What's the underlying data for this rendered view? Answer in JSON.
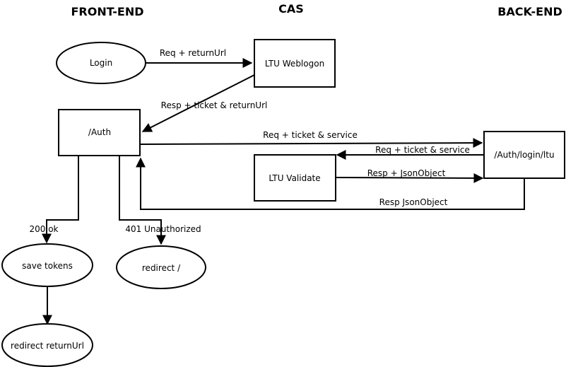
{
  "headers": {
    "front_end": "FRONT-END",
    "cas": "CAS",
    "back_end": "BACK-END"
  },
  "nodes": {
    "login": "Login",
    "ltu_weblogon": "LTU Weblogon",
    "auth": "/Auth",
    "ltu_validate": "LTU Validate",
    "auth_login_ltu": "/Auth/login/ltu",
    "save_tokens": "save tokens",
    "redirect_root": "redirect /",
    "redirect_return_url": "redirect returnUrl"
  },
  "edges": {
    "req_return_url": "Req + returnUrl",
    "resp_ticket_return_url": "Resp + ticket & returnUrl",
    "req_ticket_service_backend": "Req + ticket & service",
    "req_ticket_service_cas": "Req + ticket & service",
    "resp_json_object_validate": "Resp + JsonObject",
    "resp_json_object_auth": "Resp JsonObject",
    "status_200_ok": "200 ok",
    "status_401_unauthorized": "401 Unauthorized"
  },
  "colors": {
    "stroke": "#000000",
    "fill": "#ffffff",
    "text": "#000000"
  }
}
